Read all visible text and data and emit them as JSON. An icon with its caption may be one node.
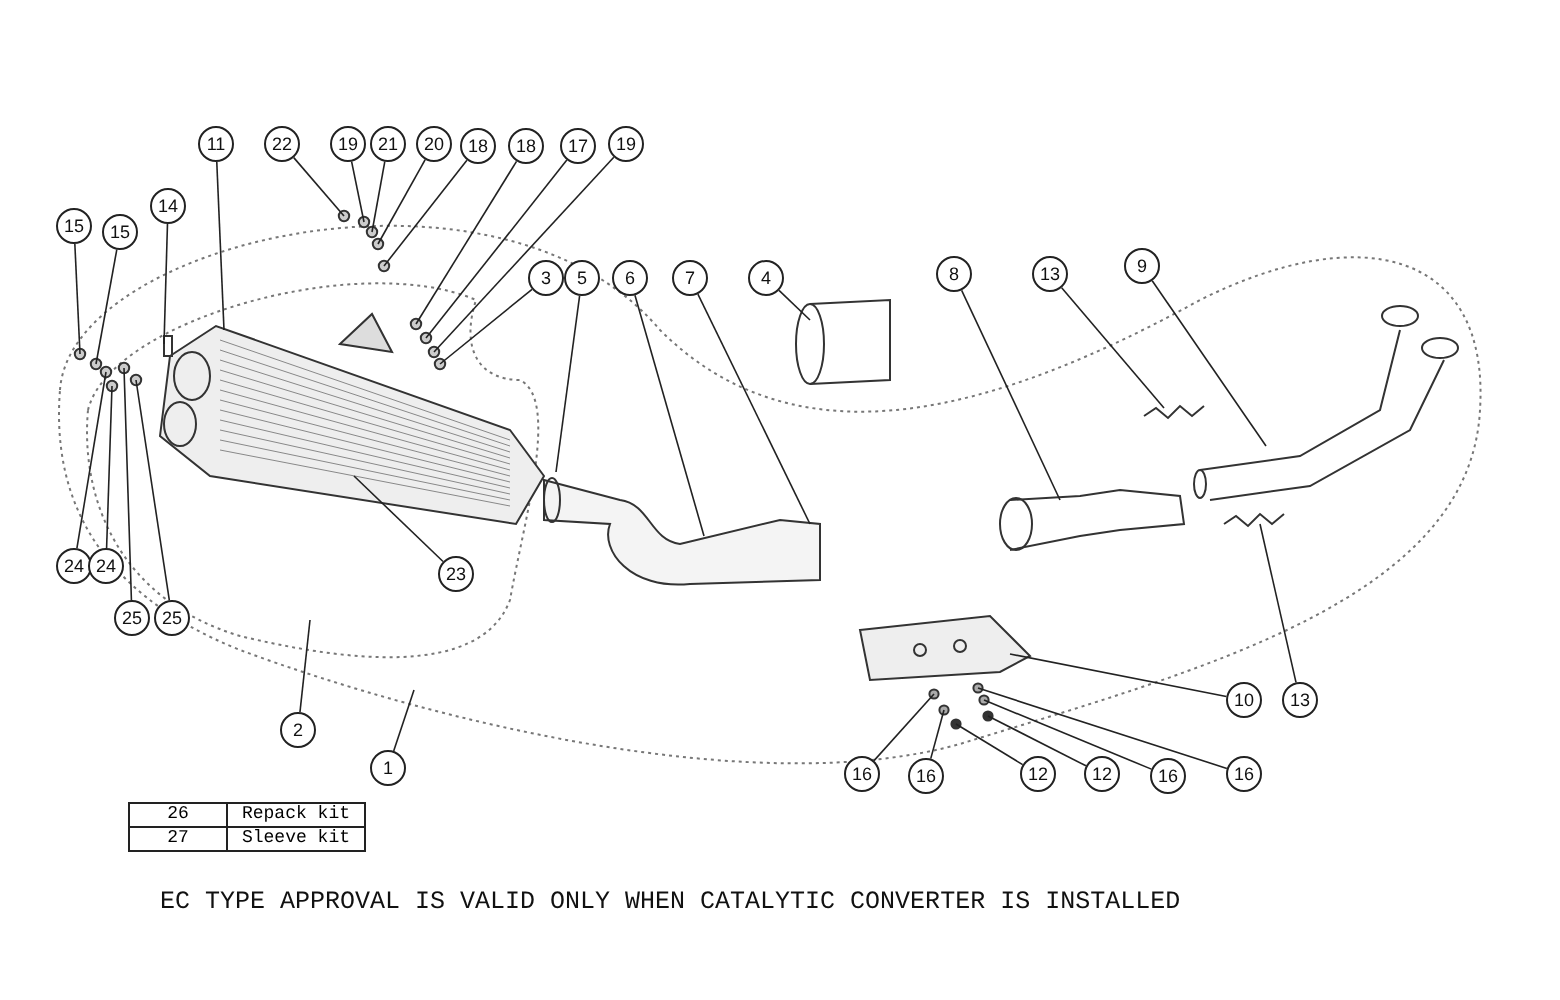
{
  "diagram": {
    "caption": "EC TYPE APPROVAL IS VALID ONLY WHEN CATALYTIC CONVERTER IS INSTALLED",
    "nodes": [
      {
        "text": [
          "11"
        ]
      },
      {
        "text": [
          "22"
        ]
      },
      {
        "text": [
          "19"
        ]
      },
      {
        "text": [
          "21"
        ]
      },
      {
        "text": [
          "20"
        ]
      },
      {
        "text": [
          "18"
        ]
      },
      {
        "text": [
          "18"
        ]
      },
      {
        "text": [
          "17"
        ]
      },
      {
        "text": [
          "19"
        ]
      },
      {
        "text": [
          "14"
        ]
      },
      {
        "text": [
          "15"
        ]
      },
      {
        "text": [
          "15"
        ]
      },
      {
        "text": [
          "3"
        ]
      },
      {
        "text": [
          "5"
        ]
      },
      {
        "text": [
          "6"
        ]
      },
      {
        "text": [
          "7"
        ]
      },
      {
        "text": [
          "4"
        ]
      },
      {
        "text": [
          "8"
        ]
      },
      {
        "text": [
          "13"
        ]
      },
      {
        "text": [
          "9"
        ]
      },
      {
        "text": [
          "24"
        ]
      },
      {
        "text": [
          "24"
        ]
      },
      {
        "text": [
          "23"
        ]
      },
      {
        "text": [
          "25"
        ]
      },
      {
        "text": [
          "25"
        ]
      },
      {
        "text": [
          "10"
        ]
      },
      {
        "text": [
          "13"
        ]
      },
      {
        "text": [
          "2"
        ]
      },
      {
        "text": [
          "1"
        ]
      },
      {
        "text": [
          "16"
        ]
      },
      {
        "text": [
          "16"
        ]
      },
      {
        "text": [
          "12"
        ]
      },
      {
        "text": [
          "12"
        ]
      },
      {
        "text": [
          "16"
        ]
      },
      {
        "text": [
          "16"
        ]
      }
    ],
    "edges": [
      {
        "from": 0,
        "to": null,
        "arrow": "none"
      },
      {
        "from": 1,
        "to": null,
        "arrow": "none"
      },
      {
        "from": 2,
        "to": null,
        "arrow": "none"
      },
      {
        "from": 3,
        "to": null,
        "arrow": "none"
      },
      {
        "from": 4,
        "to": null,
        "arrow": "none"
      },
      {
        "from": 5,
        "to": null,
        "arrow": "none"
      },
      {
        "from": 6,
        "to": null,
        "arrow": "none"
      },
      {
        "from": 7,
        "to": null,
        "arrow": "none"
      },
      {
        "from": 8,
        "to": null,
        "arrow": "none"
      },
      {
        "from": 9,
        "to": null,
        "arrow": "none"
      },
      {
        "from": 10,
        "to": null,
        "arrow": "none"
      },
      {
        "from": 11,
        "to": null,
        "arrow": "none"
      },
      {
        "from": 12,
        "to": null,
        "arrow": "none"
      },
      {
        "from": 13,
        "to": null,
        "arrow": "none"
      },
      {
        "from": 14,
        "to": null,
        "arrow": "none"
      },
      {
        "from": 15,
        "to": null,
        "arrow": "none"
      },
      {
        "from": 16,
        "to": null,
        "arrow": "none"
      },
      {
        "from": 17,
        "to": null,
        "arrow": "none"
      },
      {
        "from": 18,
        "to": null,
        "arrow": "none"
      },
      {
        "from": 19,
        "to": null,
        "arrow": "none"
      },
      {
        "from": 20,
        "to": null,
        "arrow": "none"
      },
      {
        "from": 21,
        "to": null,
        "arrow": "none"
      },
      {
        "from": 22,
        "to": null,
        "arrow": "none"
      },
      {
        "from": 23,
        "to": null,
        "arrow": "none"
      },
      {
        "from": 24,
        "to": null,
        "arrow": "none"
      },
      {
        "from": 25,
        "to": null,
        "arrow": "none"
      },
      {
        "from": 26,
        "to": null,
        "arrow": "none"
      },
      {
        "from": 27,
        "to": null,
        "arrow": "none"
      },
      {
        "from": 28,
        "to": null,
        "arrow": "none"
      },
      {
        "from": 29,
        "to": null,
        "arrow": "none"
      },
      {
        "from": 30,
        "to": null,
        "arrow": "none"
      },
      {
        "from": 31,
        "to": null,
        "arrow": "none"
      },
      {
        "from": 32,
        "to": null,
        "arrow": "none"
      },
      {
        "from": 33,
        "to": null,
        "arrow": "none"
      },
      {
        "from": 34,
        "to": null,
        "arrow": "none"
      }
    ],
    "labels": [
      "26",
      "Repack kit",
      "27",
      "Sleeve kit"
    ]
  }
}
